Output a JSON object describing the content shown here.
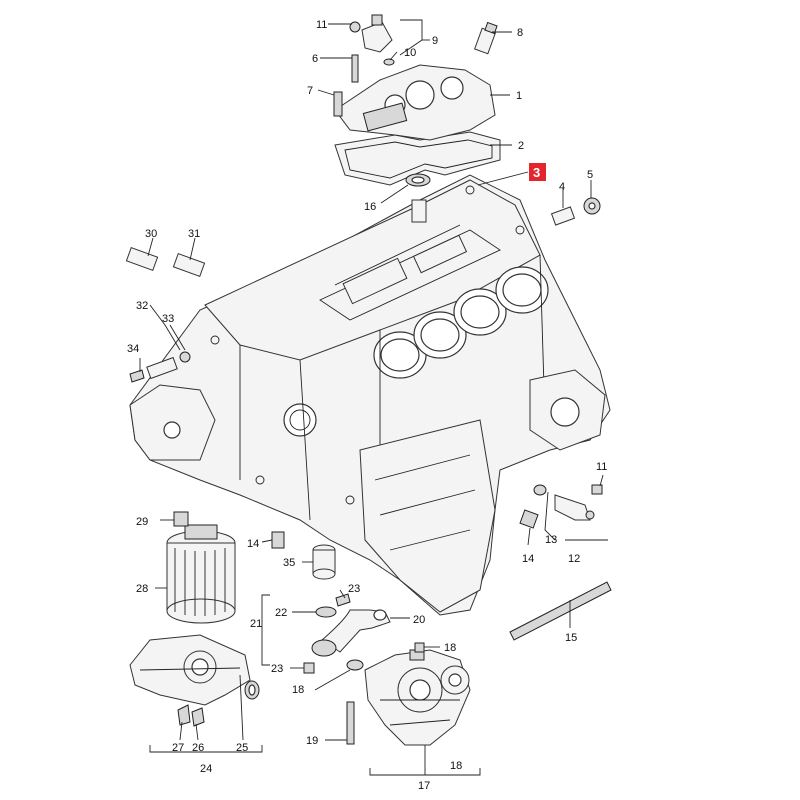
{
  "diagram": {
    "highlighted_callout": "3",
    "callouts": [
      {
        "id": "c-11a",
        "text": "11"
      },
      {
        "id": "c-9",
        "text": "9"
      },
      {
        "id": "c-10",
        "text": "10"
      },
      {
        "id": "c-6",
        "text": "6"
      },
      {
        "id": "c-8",
        "text": "8"
      },
      {
        "id": "c-7",
        "text": "7"
      },
      {
        "id": "c-1",
        "text": "1"
      },
      {
        "id": "c-2",
        "text": "2"
      },
      {
        "id": "c-3",
        "text": "3"
      },
      {
        "id": "c-4",
        "text": "4"
      },
      {
        "id": "c-5",
        "text": "5"
      },
      {
        "id": "c-16",
        "text": "16"
      },
      {
        "id": "c-30",
        "text": "30"
      },
      {
        "id": "c-31",
        "text": "31"
      },
      {
        "id": "c-32",
        "text": "32"
      },
      {
        "id": "c-33",
        "text": "33"
      },
      {
        "id": "c-34",
        "text": "34"
      },
      {
        "id": "c-11b",
        "text": "11"
      },
      {
        "id": "c-29",
        "text": "29"
      },
      {
        "id": "c-14a",
        "text": "14"
      },
      {
        "id": "c-35",
        "text": "35"
      },
      {
        "id": "c-28",
        "text": "28"
      },
      {
        "id": "c-14b",
        "text": "14"
      },
      {
        "id": "c-13",
        "text": "13"
      },
      {
        "id": "c-12",
        "text": "12"
      },
      {
        "id": "c-23a",
        "text": "23"
      },
      {
        "id": "c-22",
        "text": "22"
      },
      {
        "id": "c-21",
        "text": "21"
      },
      {
        "id": "c-20",
        "text": "20"
      },
      {
        "id": "c-15",
        "text": "15"
      },
      {
        "id": "c-18a",
        "text": "18"
      },
      {
        "id": "c-23b",
        "text": "23"
      },
      {
        "id": "c-18b",
        "text": "18"
      },
      {
        "id": "c-19",
        "text": "19"
      },
      {
        "id": "c-27",
        "text": "27"
      },
      {
        "id": "c-26",
        "text": "26"
      },
      {
        "id": "c-25",
        "text": "25"
      },
      {
        "id": "c-24",
        "text": "24"
      },
      {
        "id": "c-18c",
        "text": "18"
      },
      {
        "id": "c-17",
        "text": "17"
      }
    ]
  }
}
